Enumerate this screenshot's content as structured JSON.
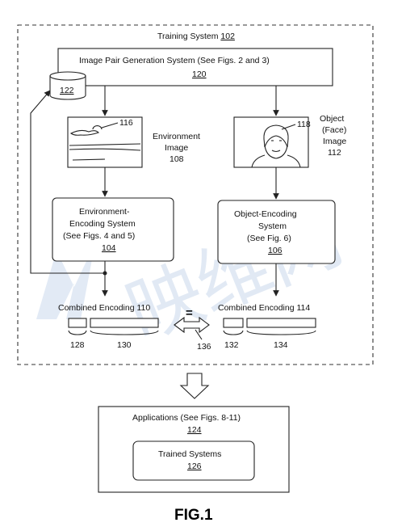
{
  "figure_label": "FIG.1",
  "training_system": {
    "title": "Training System",
    "ref": "102"
  },
  "image_pair_generation": {
    "title": "Image Pair Generation System (See Figs. 2 and 3)",
    "ref": "120",
    "database_ref": "122"
  },
  "environment_image": {
    "label_line1": "Environment",
    "label_line2": "Image",
    "ref": "108",
    "pointer_ref": "116"
  },
  "object_image": {
    "label_line1": "Object",
    "label_line2": "(Face)",
    "label_line3": "Image",
    "ref": "112",
    "pointer_ref": "118"
  },
  "environment_encoding_system": {
    "line1": "Environment-",
    "line2": "Encoding System",
    "line3": "(See Figs. 4 and 5)",
    "ref": "104"
  },
  "object_encoding_system": {
    "line1": "Object-Encoding",
    "line2": "System",
    "line3": "(See Fig. 6)",
    "ref": "106"
  },
  "combined_encoding_left": {
    "label": "Combined Encoding 110",
    "part_a": "128",
    "part_b": "130"
  },
  "combined_encoding_right": {
    "label": "Combined Encoding 114",
    "part_a": "132",
    "part_b": "134"
  },
  "comparison": {
    "symbol": "=",
    "ref": "136"
  },
  "applications": {
    "title": "Applications (See Figs. 8-11)",
    "ref": "124"
  },
  "trained_systems": {
    "title": "Trained Systems",
    "ref": "126"
  },
  "watermark": "映维网"
}
